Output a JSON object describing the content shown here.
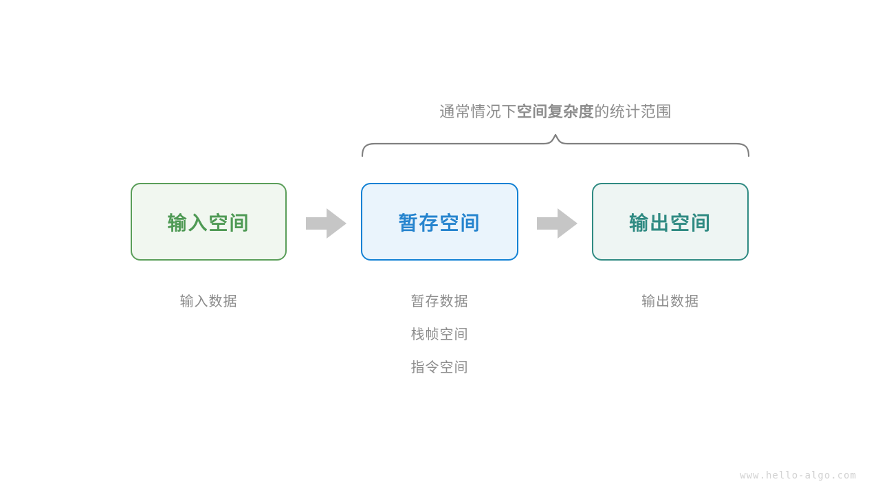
{
  "diagram": {
    "annotation": {
      "prefix": "通常情况下",
      "emphasis": "空间复杂度",
      "suffix": "的统计范围",
      "brace_color": "#808080"
    },
    "boxes": [
      {
        "id": "input",
        "label": "输入空间",
        "fill": "#f1f7f0",
        "border": "#5a9e59",
        "text_color": "#4f9a55",
        "captions": [
          "输入数据"
        ]
      },
      {
        "id": "temp",
        "label": "暂存空间",
        "fill": "#eaf4fc",
        "border": "#1281d4",
        "text_color": "#2684ce",
        "captions": [
          "暂存数据",
          "栈帧空间",
          "指令空间"
        ]
      },
      {
        "id": "output",
        "label": "输出空间",
        "fill": "#eef5f3",
        "border": "#2f8a82",
        "text_color": "#2f8a82",
        "captions": [
          "输出数据"
        ]
      }
    ],
    "arrows": [
      {
        "id": "arrow-1",
        "name": "flow-arrow-input-to-temp",
        "color": "#c6c6c6"
      },
      {
        "id": "arrow-2",
        "name": "flow-arrow-temp-to-output",
        "color": "#c6c6c6"
      }
    ],
    "watermark": "www.hello-algo.com"
  }
}
